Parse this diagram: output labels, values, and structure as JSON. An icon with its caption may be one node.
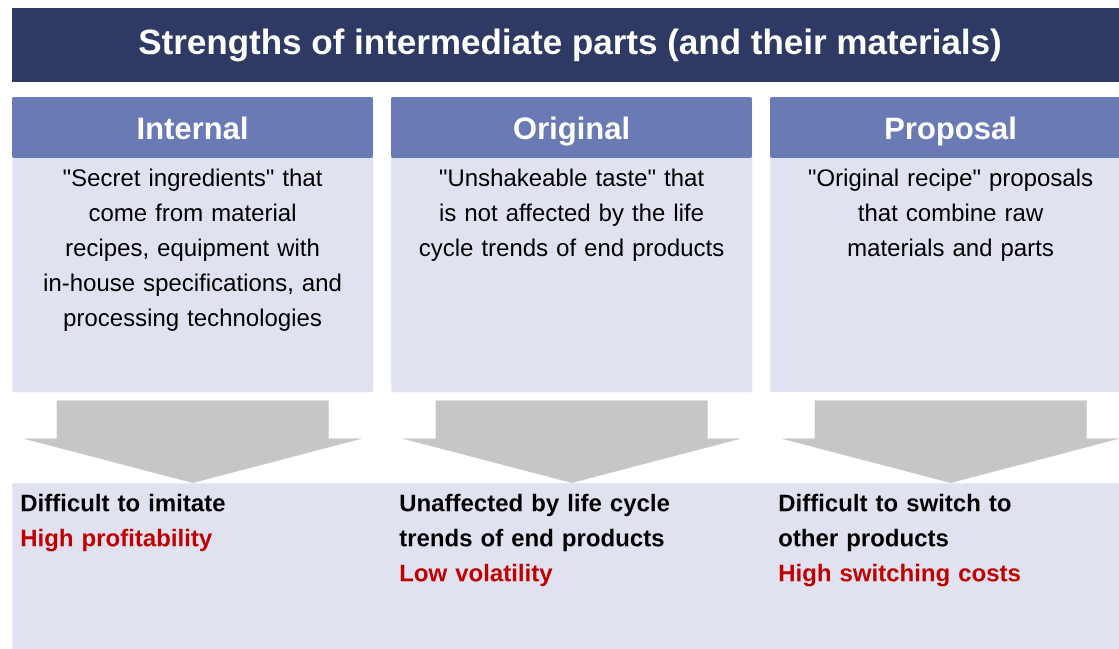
{
  "diagram": {
    "title": "Strengths of intermediate parts (and their materials)",
    "nodes": [
      {
        "text": [
          "Internal",
          "\"Secret ingredients\" that come from material recipes, equipment with in-house specifications, and processing technologies"
        ]
      },
      {
        "text": [
          "Original",
          "\"Unshakeable taste\" that is not affected by the life cycle trends of end products"
        ]
      },
      {
        "text": [
          "Proposal",
          "\"Original recipe\" proposals that combine raw materials and parts"
        ]
      },
      {
        "text": [],
        "shape": "box"
      },
      {
        "text": [
          "Difficult to imitate",
          "High profitability"
        ],
        "in": 3
      },
      {
        "text": [
          "Unaffected by life cycle trends of end products",
          "Low volatility"
        ],
        "in": 3
      },
      {
        "text": [
          "Difficult to switch to other products",
          "High switching costs"
        ],
        "in": 3
      }
    ],
    "edges": [
      {
        "from": 0,
        "to": 4,
        "arrow": "to",
        "style": "thick"
      },
      {
        "from": 1,
        "to": 5,
        "arrow": "to",
        "style": "thick"
      },
      {
        "from": 2,
        "to": 6,
        "arrow": "to",
        "style": "thick"
      }
    ]
  }
}
